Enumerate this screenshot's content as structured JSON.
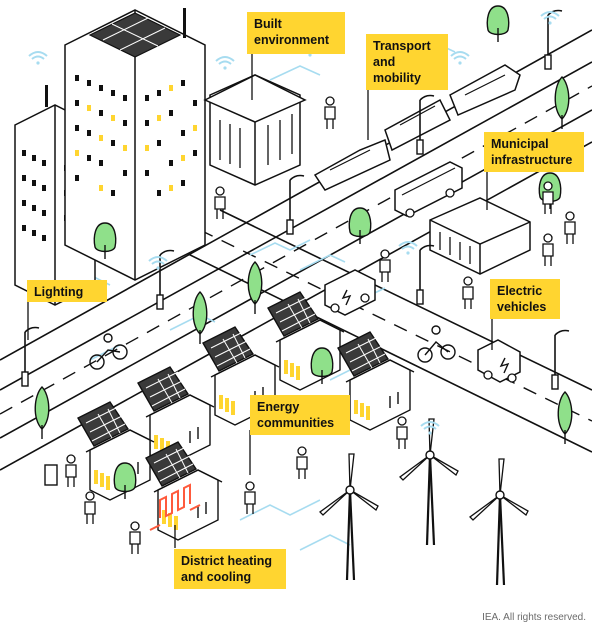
{
  "labels": {
    "built_environment": "Built\nenvironment",
    "transport_mobility": "Transport\nand\nmobility",
    "municipal_infrastructure": "Municipal\ninfrastructure",
    "lighting": "Lighting",
    "electric_vehicles": "Electric\nvehicles",
    "energy_communities": "Energy\ncommunities",
    "district_heating": "District heating\nand cooling"
  },
  "credit": "IEA. All rights reserved.",
  "colors": {
    "label_bg": "#ffd530",
    "line": "#111111",
    "tree": "#8fe08a",
    "solar": "#3a3a3a",
    "wifi": "#a7dcf0",
    "heating": "#ff5a3c",
    "window_lit": "#ffd530",
    "cross": "#ff5a3c"
  },
  "icons": [
    "wifi-icon",
    "tree-icon",
    "wind-turbine-icon",
    "solar-panel-icon",
    "person-icon",
    "streetlight-icon",
    "bicycle-icon",
    "bus-icon",
    "train-icon",
    "electric-truck-icon",
    "electric-car-icon"
  ]
}
